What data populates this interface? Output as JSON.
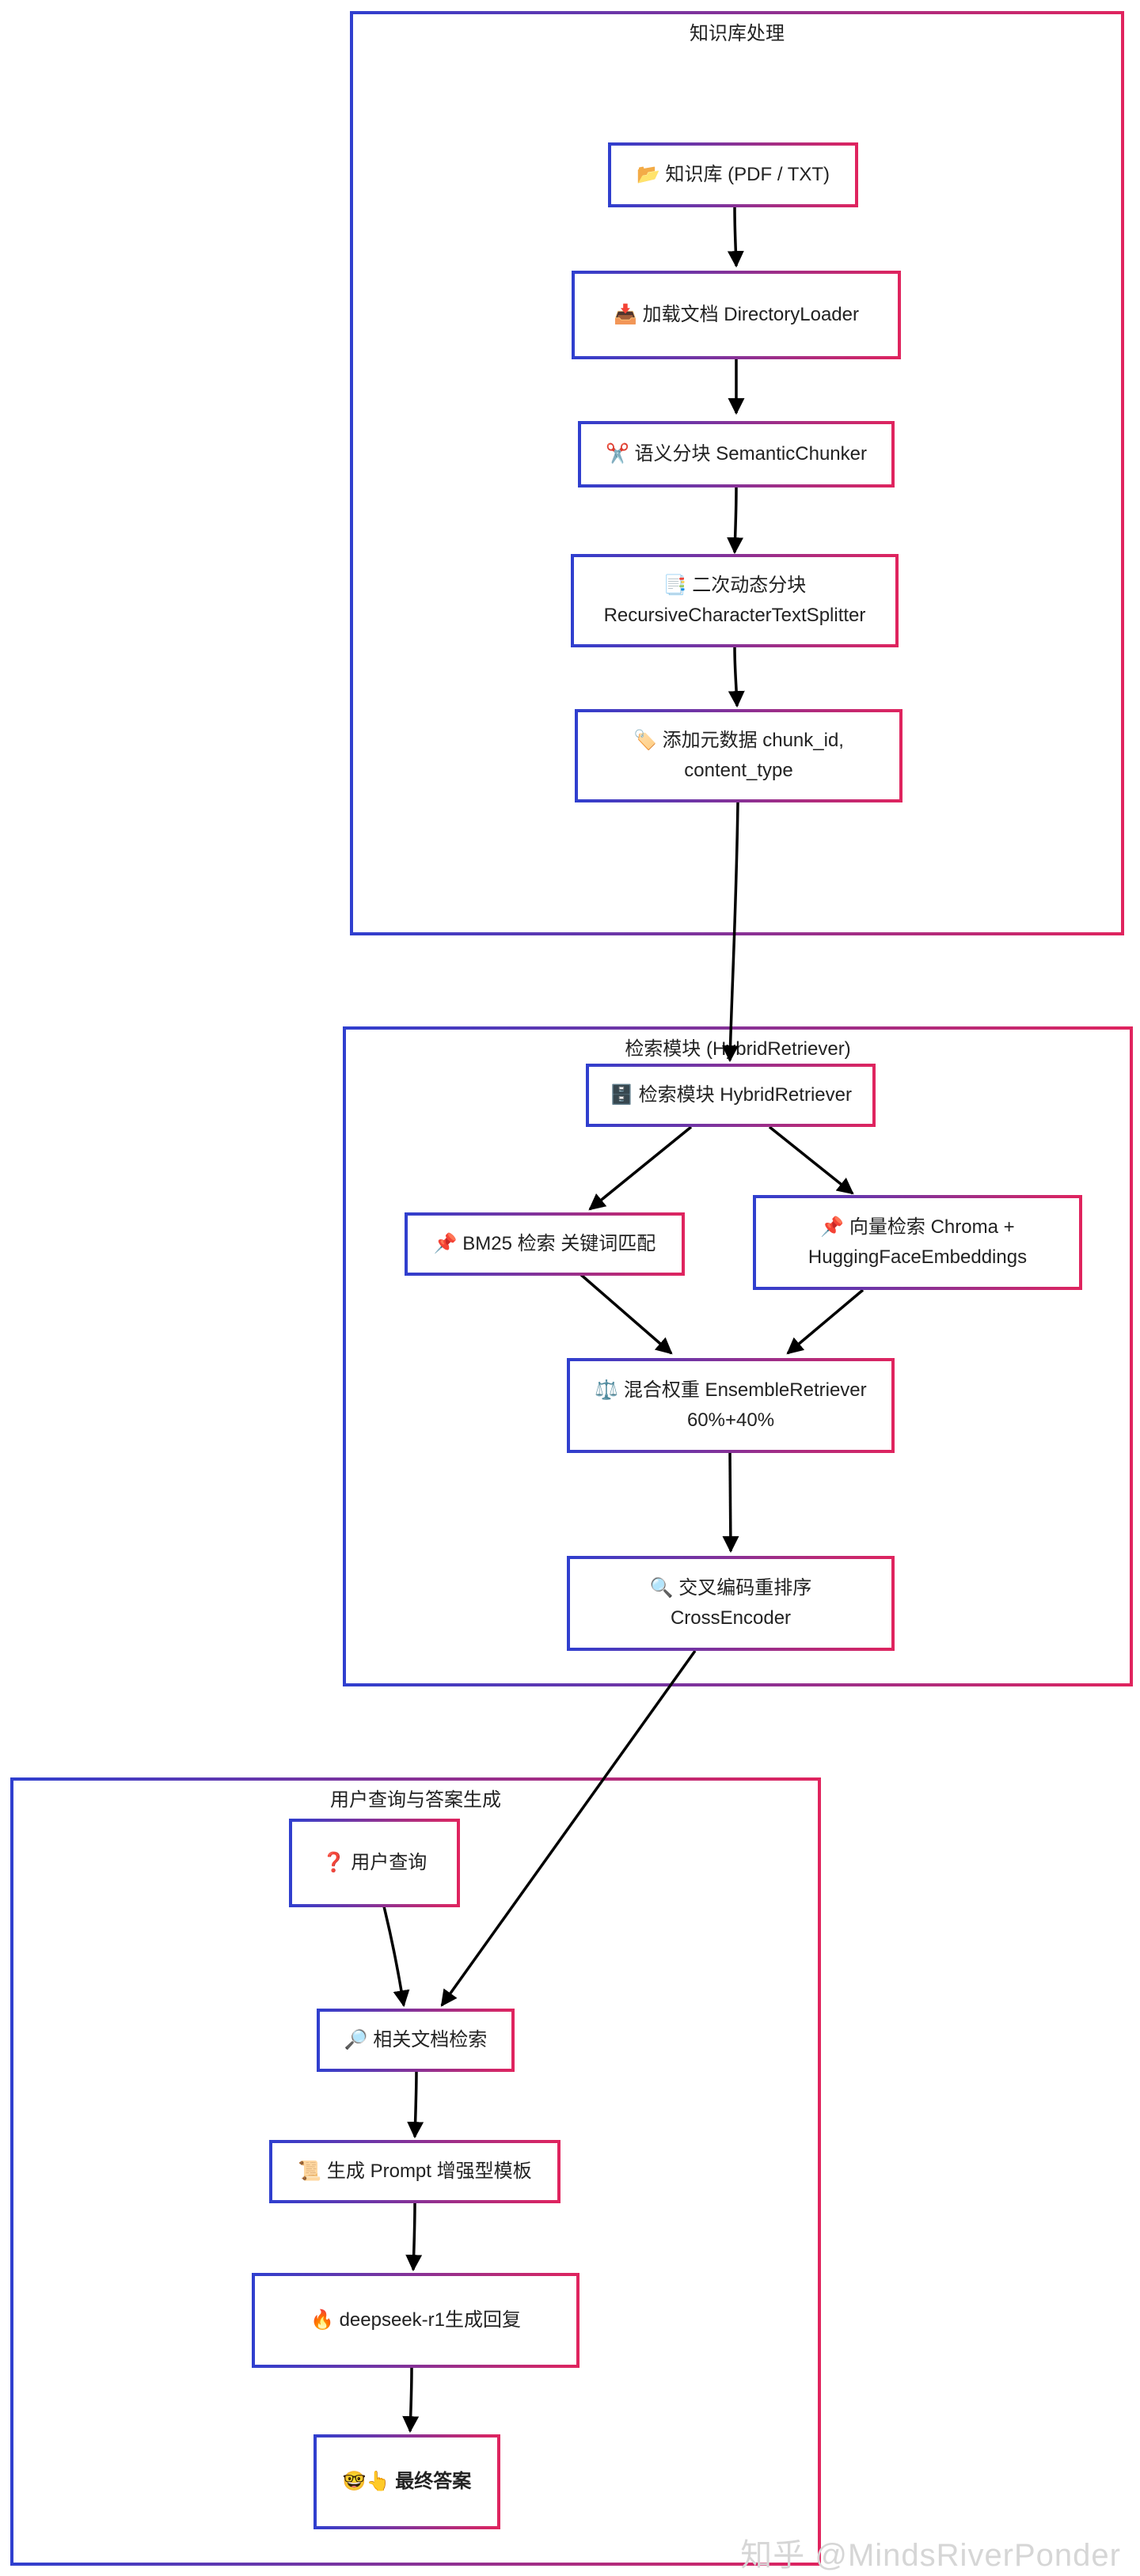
{
  "groups": {
    "knowledge": {
      "title": "知识库处理"
    },
    "retrieval": {
      "title": "检索模块 (HybridRetriever)"
    },
    "query": {
      "title": "用户查询与答案生成"
    }
  },
  "nodes": {
    "kb": {
      "label": "📂 知识库 (PDF / TXT)"
    },
    "load": {
      "label": "📥 加载文档 DirectoryLoader"
    },
    "semantic": {
      "label": "✂️ 语义分块 SemanticChunker"
    },
    "recursive": {
      "label": "📑 二次动态分块\nRecursiveCharacterTextSplitter"
    },
    "meta": {
      "label": "🏷️ 添加元数据 chunk_id,\ncontent_type"
    },
    "hybrid": {
      "label": "🗄️ 检索模块 HybridRetriever"
    },
    "bm25": {
      "label": "📌 BM25 检索 关键词匹配"
    },
    "vector": {
      "label": "📌 向量检索 Chroma +\nHuggingFaceEmbeddings"
    },
    "ensemble": {
      "label": "⚖️ 混合权重 EnsembleRetriever\n60%+40%"
    },
    "rerank": {
      "label": "🔍 交叉编码重排序\nCrossEncoder"
    },
    "user": {
      "label": "❓ 用户查询"
    },
    "docsearch": {
      "label": "🔎 相关文档检索"
    },
    "prompt": {
      "label": "📜 生成 Prompt 增强型模板"
    },
    "llm": {
      "label": "🔥 deepseek-r1生成回复"
    },
    "answer": {
      "label": "🤓👆 最终答案"
    }
  },
  "watermark": "知乎 @MindsRiverPonder",
  "colors": {
    "border_start": "#2f3fcf",
    "border_end": "#e0245e",
    "edge": "#000000"
  }
}
